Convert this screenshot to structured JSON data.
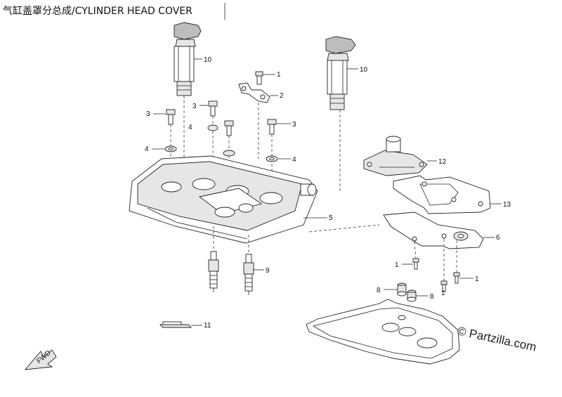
{
  "title": "气缸盖罩分总成/CYLINDER HEAD COVER",
  "watermark": "© Partzilla.com",
  "fwd_label": "FWD",
  "callouts": {
    "coil_left": "10",
    "coil_right": "10",
    "bolt_1_top": "1",
    "bracket_2": "2",
    "bolt_3_left": "3",
    "bolt_3_mid": "3",
    "bolt_3_right": "3",
    "washer_4_label_left": "4",
    "washer_4_left": "4",
    "washer_4_right": "4",
    "cover_5": "5",
    "gasket_6": "6",
    "bolt_1_a": "1",
    "bolt_1_b": "1",
    "bolt_1_c": "1",
    "dowel_8_a": "8",
    "dowel_8_b": "8",
    "spark_plug_9": "9",
    "tool_11": "11",
    "module_12": "12",
    "gasket_13": "13"
  }
}
